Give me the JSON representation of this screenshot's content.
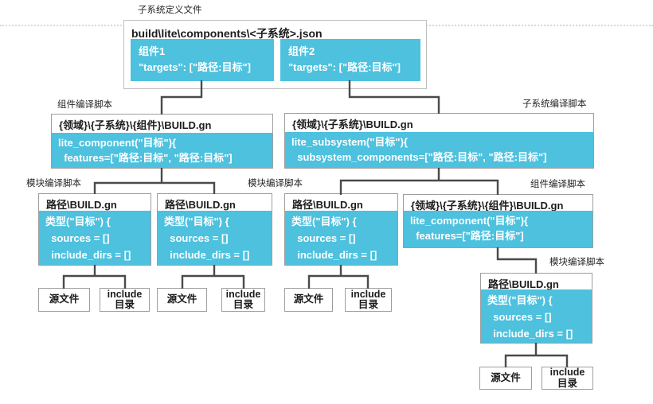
{
  "colors": {
    "blue": "#4dc1de",
    "line": "#4a4a4a",
    "border": "#9e9e9e",
    "container_border": "#bfbfbf",
    "divider": "#d8d8d8"
  },
  "annotations": {
    "subsystem_def_file": "子系统定义文件",
    "component_script_left": "组件编译脚本",
    "subsystem_script": "子系统编译脚本",
    "module_script_1": "模块编译脚本",
    "module_script_2": "模块编译脚本",
    "component_script_right": "组件编译脚本",
    "module_script_3": "模块编译脚本"
  },
  "subsystem_json_box": {
    "header": "build\\lite\\components\\<子系统>.json",
    "components": [
      {
        "name": "组件1",
        "code": "\"targets\": [\"路径:目标\"]"
      },
      {
        "name": "组件2",
        "code": "\"targets\": [\"路径:目标\"]"
      }
    ]
  },
  "component_build_box": {
    "header": "{领域}\\{子系统}\\{组件}\\BUILD.gn",
    "code": "lite_component(\"目标\"){\n  features=[\"路径:目标\", \"路径:目标\"]"
  },
  "subsystem_build_box": {
    "header": "{领域}\\{子系统}\\BUILD.gn",
    "code": "lite_subsystem(\"目标\"){\n  subsystem_components=[\"路径:目标\", \"路径:目标\"]"
  },
  "module_build_boxes": [
    {
      "header": "路径\\BUILD.gn",
      "code": "类型(\"目标\") {\n  sources = []\n  include_dirs = []"
    },
    {
      "header": "路径\\BUILD.gn",
      "code": "类型(\"目标\") {\n  sources = []\n  include_dirs = []"
    },
    {
      "header": "路径\\BUILD.gn",
      "code": "类型(\"目标\") {\n  sources = []\n  include_dirs = []"
    },
    {
      "header": "路径\\BUILD.gn",
      "code": "类型(\"目标\") {\n  sources = []\n  include_dirs = []"
    }
  ],
  "component_build_box2": {
    "header": "{领域}\\{子系统}\\{组件}\\BUILD.gn",
    "code": "lite_component(\"目标\"){\n  features=[\"路径:目标\"]"
  },
  "leaf_boxes": {
    "source": "源文件",
    "include": "include\n目录"
  }
}
